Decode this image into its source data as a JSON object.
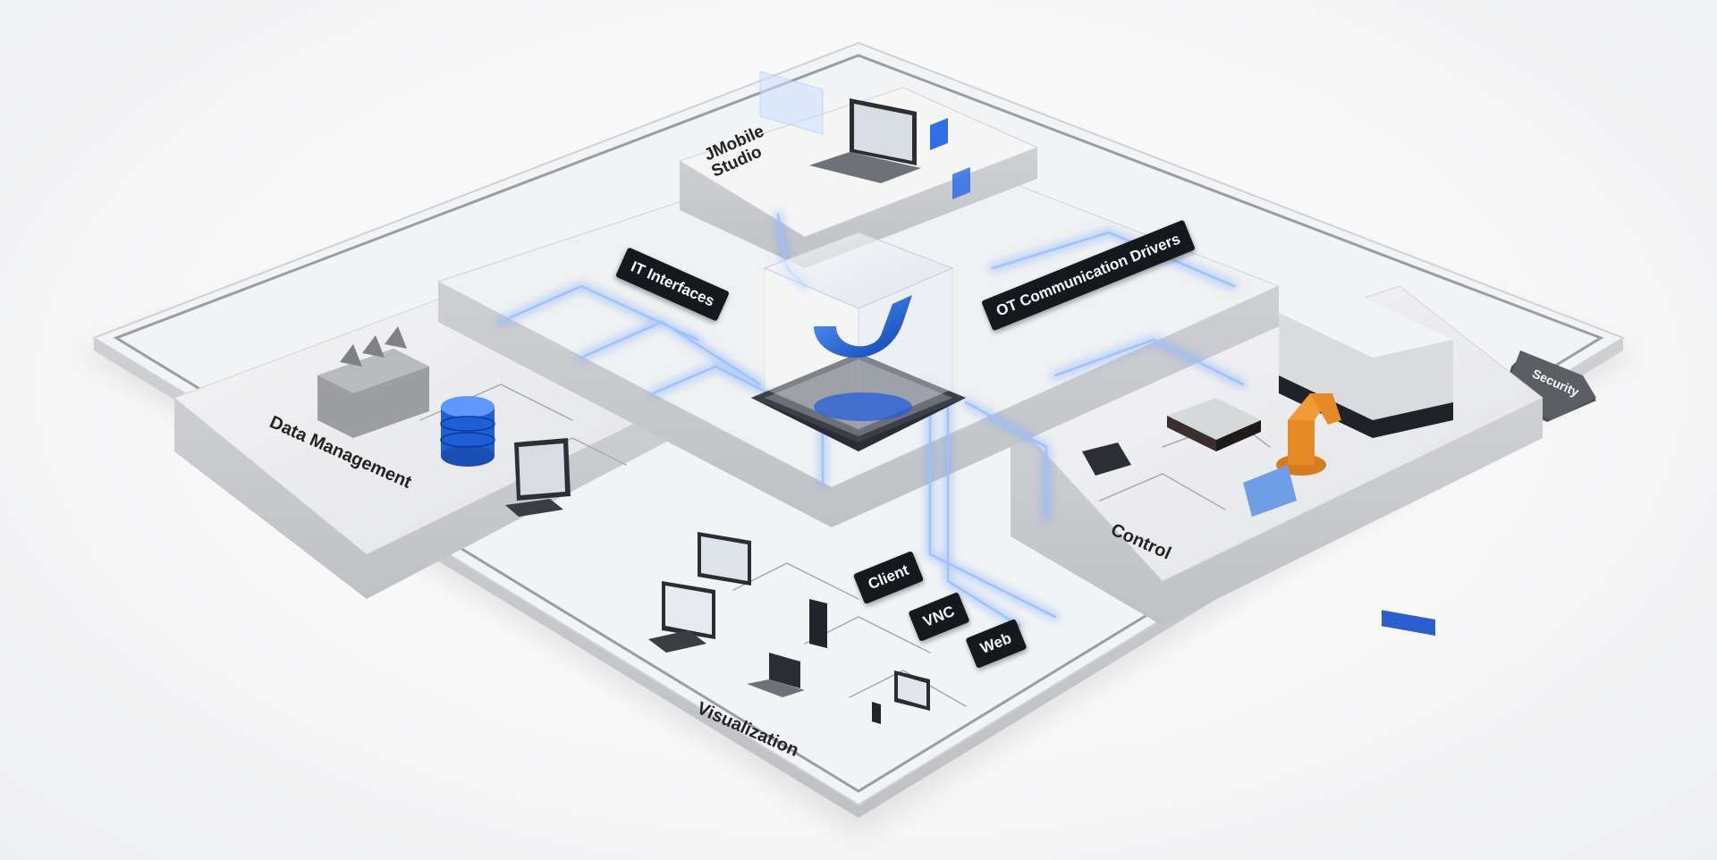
{
  "labels": {
    "jmobile_studio": "JMobile\nStudio",
    "it_interfaces": "IT Interfaces",
    "ot_drivers": "OT Communication Drivers",
    "data_management": "Data Management",
    "control": "Control",
    "client": "Client",
    "vnc": "VNC",
    "web": "Web",
    "visualization": "Visualization",
    "security": "Security"
  },
  "colors": {
    "accent_blue": "#2f6fe0",
    "glow_blue": "#6aa0ff",
    "tag_bg": "#15181d",
    "platform": "#e9eaec",
    "platform_side": "#c9cbcf"
  },
  "icons": [
    "factory-icon",
    "database-icon",
    "desktop-icon",
    "laptop-icon",
    "robot-arm-icon",
    "machine-icon",
    "tablet-icon",
    "phone-icon",
    "gateway-icon",
    "logo-cube-icon"
  ]
}
